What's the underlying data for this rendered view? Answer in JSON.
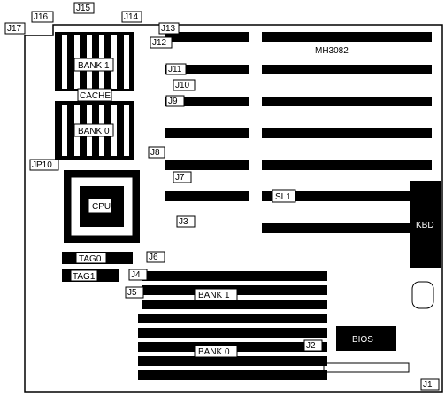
{
  "board": {
    "model": "MH3082"
  },
  "memory": {
    "bank1": "BANK 1",
    "bank0": "BANK 0",
    "cache": "CACHE"
  },
  "chips": {
    "cpu": "CPU",
    "tag0": "TAG0",
    "tag1": "TAG1",
    "bios": "BIOS",
    "kbd": "KBD",
    "sl1": "SL1"
  },
  "jumpers": [
    "J1",
    "J2",
    "J3",
    "J4",
    "J5",
    "J6",
    "J7",
    "J8",
    "J9",
    "J10",
    "J11",
    "J12",
    "J13",
    "J14",
    "J15",
    "J16",
    "J17",
    "JP10"
  ],
  "simm": {
    "bank1": "BANK 1",
    "bank0": "BANK 0"
  }
}
